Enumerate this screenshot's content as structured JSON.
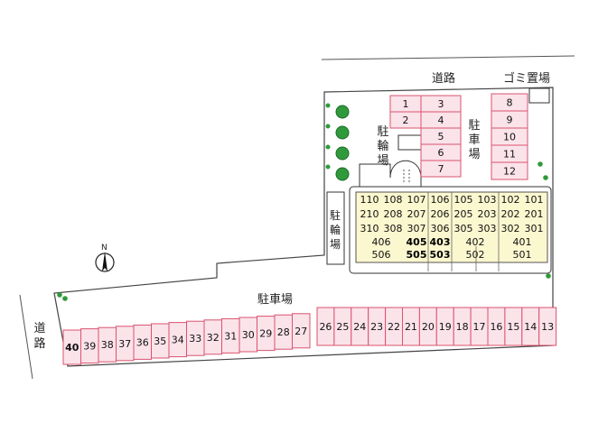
{
  "labels": {
    "road_top": "道路",
    "garbage": "ゴミ置場",
    "parking_right_chars": [
      "駐",
      "車",
      "場"
    ],
    "bike_top_chars": [
      "駐",
      "輪",
      "場"
    ],
    "bike_left_chars": [
      "駐",
      "輪",
      "場"
    ],
    "parking_bottom": "駐車場",
    "road_left_chars": [
      "道",
      "路"
    ],
    "north": "N"
  },
  "parking_top_left": [
    "1",
    "2",
    "3",
    "4",
    "5",
    "6",
    "7"
  ],
  "parking_top_right": [
    "8",
    "9",
    "10",
    "11",
    "12"
  ],
  "parking_bottom_left": [
    "40",
    "39",
    "38",
    "37",
    "36",
    "35",
    "34",
    "33",
    "32",
    "31",
    "30",
    "29",
    "28",
    "27"
  ],
  "parking_bottom_right": [
    "26",
    "25",
    "24",
    "23",
    "22",
    "21",
    "20",
    "19",
    "18",
    "17",
    "16",
    "15",
    "14",
    "13"
  ],
  "building_rows": [
    [
      "110",
      "108",
      "107",
      "106",
      "105",
      "103",
      "102",
      "101"
    ],
    [
      "210",
      "208",
      "207",
      "206",
      "205",
      "203",
      "202",
      "201"
    ],
    [
      "310",
      "308",
      "307",
      "306",
      "305",
      "303",
      "302",
      "301"
    ],
    [
      "406",
      "405",
      "403",
      "402",
      "401"
    ],
    [
      "506",
      "505",
      "503",
      "502",
      "501"
    ]
  ],
  "colors": {
    "parking_fill": "#fbe3ea",
    "parking_stroke": "#d9536f",
    "building_fill": "#fbf7cf",
    "tree": "#2f9a3c",
    "outline": "#333333"
  }
}
